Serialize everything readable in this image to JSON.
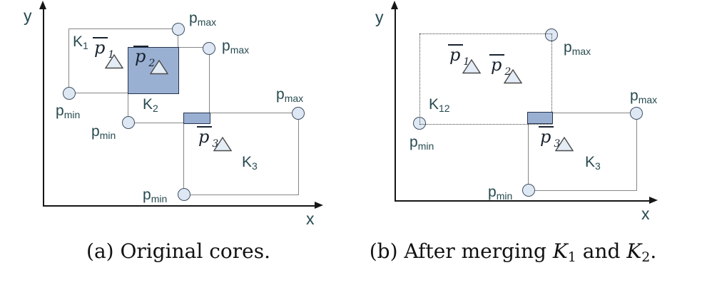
{
  "figure_type": "two-panel schematic diagram of bounding-box cores",
  "colors": {
    "core_fill": "#9ab0d2",
    "core_fill_border": "#25334d",
    "rect_border": "#868686",
    "point_fill": "#dee8f4",
    "label_color": "#274a50",
    "axis_color": "#161616"
  },
  "markers": {
    "corner_point": "circle",
    "mean_point": "triangle"
  },
  "labels": {
    "p": "p",
    "min": "min",
    "max": "max",
    "K": "K",
    "x": "x",
    "y": "y"
  },
  "panel_a": {
    "caption": "(a) Original cores.",
    "k1_sub": "1",
    "k2_sub": "2",
    "k3_sub": "3",
    "p1_sub": "1",
    "p2_sub": "2",
    "p3_sub": "3"
  },
  "panel_b": {
    "k12_sub": "12",
    "k3_sub": "3",
    "p1_sub": "1",
    "p2_sub": "2",
    "p3_sub": "3",
    "caption_prefix": "(b) After merging ",
    "caption_k1": "K",
    "caption_k1_sub": "1",
    "caption_and": " and ",
    "caption_k2": "K",
    "caption_k2_sub": "2",
    "caption_period": "."
  }
}
